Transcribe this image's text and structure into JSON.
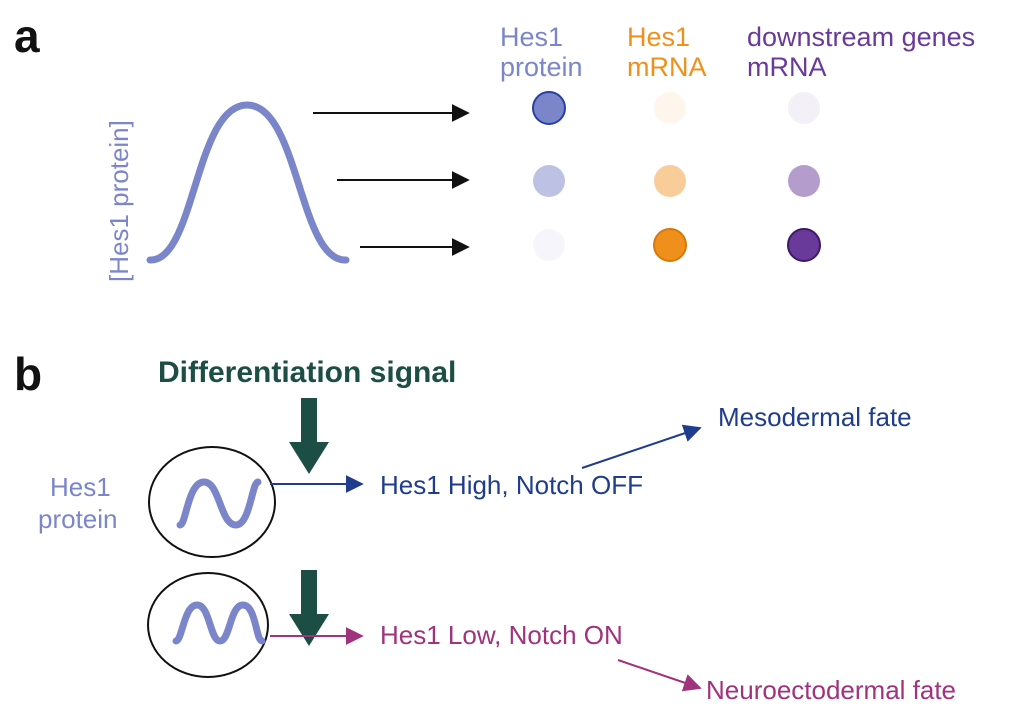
{
  "colors": {
    "protein": "#7b85c9",
    "mrna": "#f0901c",
    "downstream": "#6a3a9a",
    "signal": "#1d4e45",
    "high": "#1f3d8c",
    "low": "#a0327e",
    "ink": "#111111"
  },
  "panel_a": {
    "label": "a",
    "y_axis_label": "[Hes1 protein]",
    "columns": [
      {
        "line1": "Hes1",
        "line2": "protein"
      },
      {
        "line1": "Hes1",
        "line2": "mRNA"
      },
      {
        "line1": "downstream genes",
        "line2": "mRNA"
      }
    ],
    "dot_levels": [
      {
        "protein": 1.0,
        "mrna": 0.08,
        "downstream": 0.08
      },
      {
        "protein": 0.5,
        "mrna": 0.45,
        "downstream": 0.5
      },
      {
        "protein": 0.08,
        "mrna": 1.0,
        "downstream": 1.0
      }
    ]
  },
  "panel_b": {
    "label": "b",
    "signal": "Differentiation signal",
    "cell_label_line1": "Hes1",
    "cell_label_line2": "protein",
    "high_state": "Hes1 High, Notch OFF",
    "high_fate": "Mesodermal fate",
    "low_state": "Hes1 Low, Notch ON",
    "low_fate": "Neuroectodermal fate"
  }
}
